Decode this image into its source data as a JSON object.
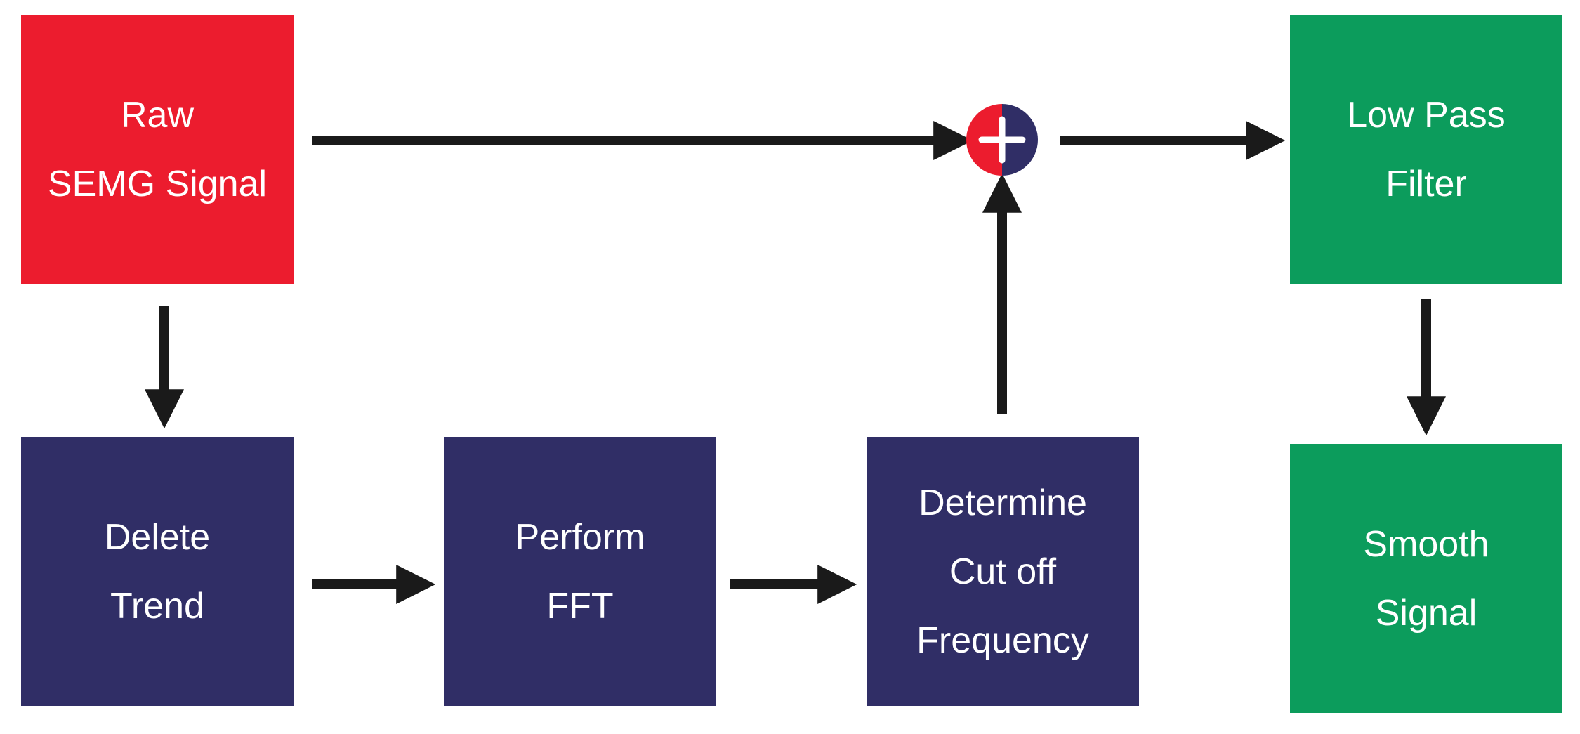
{
  "colors": {
    "input": "#ec1c2e",
    "process": "#302e66",
    "output": "#0c9c5c",
    "arrow": "#1a1a1a",
    "text": "#ffffff"
  },
  "nodes": {
    "raw": {
      "lines": [
        "Raw",
        "SEMG Signal"
      ]
    },
    "lowpass": {
      "lines": [
        "Low Pass",
        "Filter"
      ]
    },
    "delete": {
      "lines": [
        "Delete",
        "Trend"
      ]
    },
    "fft": {
      "lines": [
        "Perform",
        "FFT"
      ]
    },
    "cutoff": {
      "lines": [
        "Determine",
        "Cut off",
        "Frequency"
      ]
    },
    "smooth": {
      "lines": [
        "Smooth",
        "Signal"
      ]
    }
  },
  "sum_junction": {
    "symbol": "+"
  },
  "edges": [
    {
      "from": "raw",
      "to": "sum"
    },
    {
      "from": "sum",
      "to": "lowpass"
    },
    {
      "from": "raw",
      "to": "delete"
    },
    {
      "from": "delete",
      "to": "fft"
    },
    {
      "from": "fft",
      "to": "cutoff"
    },
    {
      "from": "cutoff",
      "to": "sum"
    },
    {
      "from": "lowpass",
      "to": "smooth"
    }
  ]
}
